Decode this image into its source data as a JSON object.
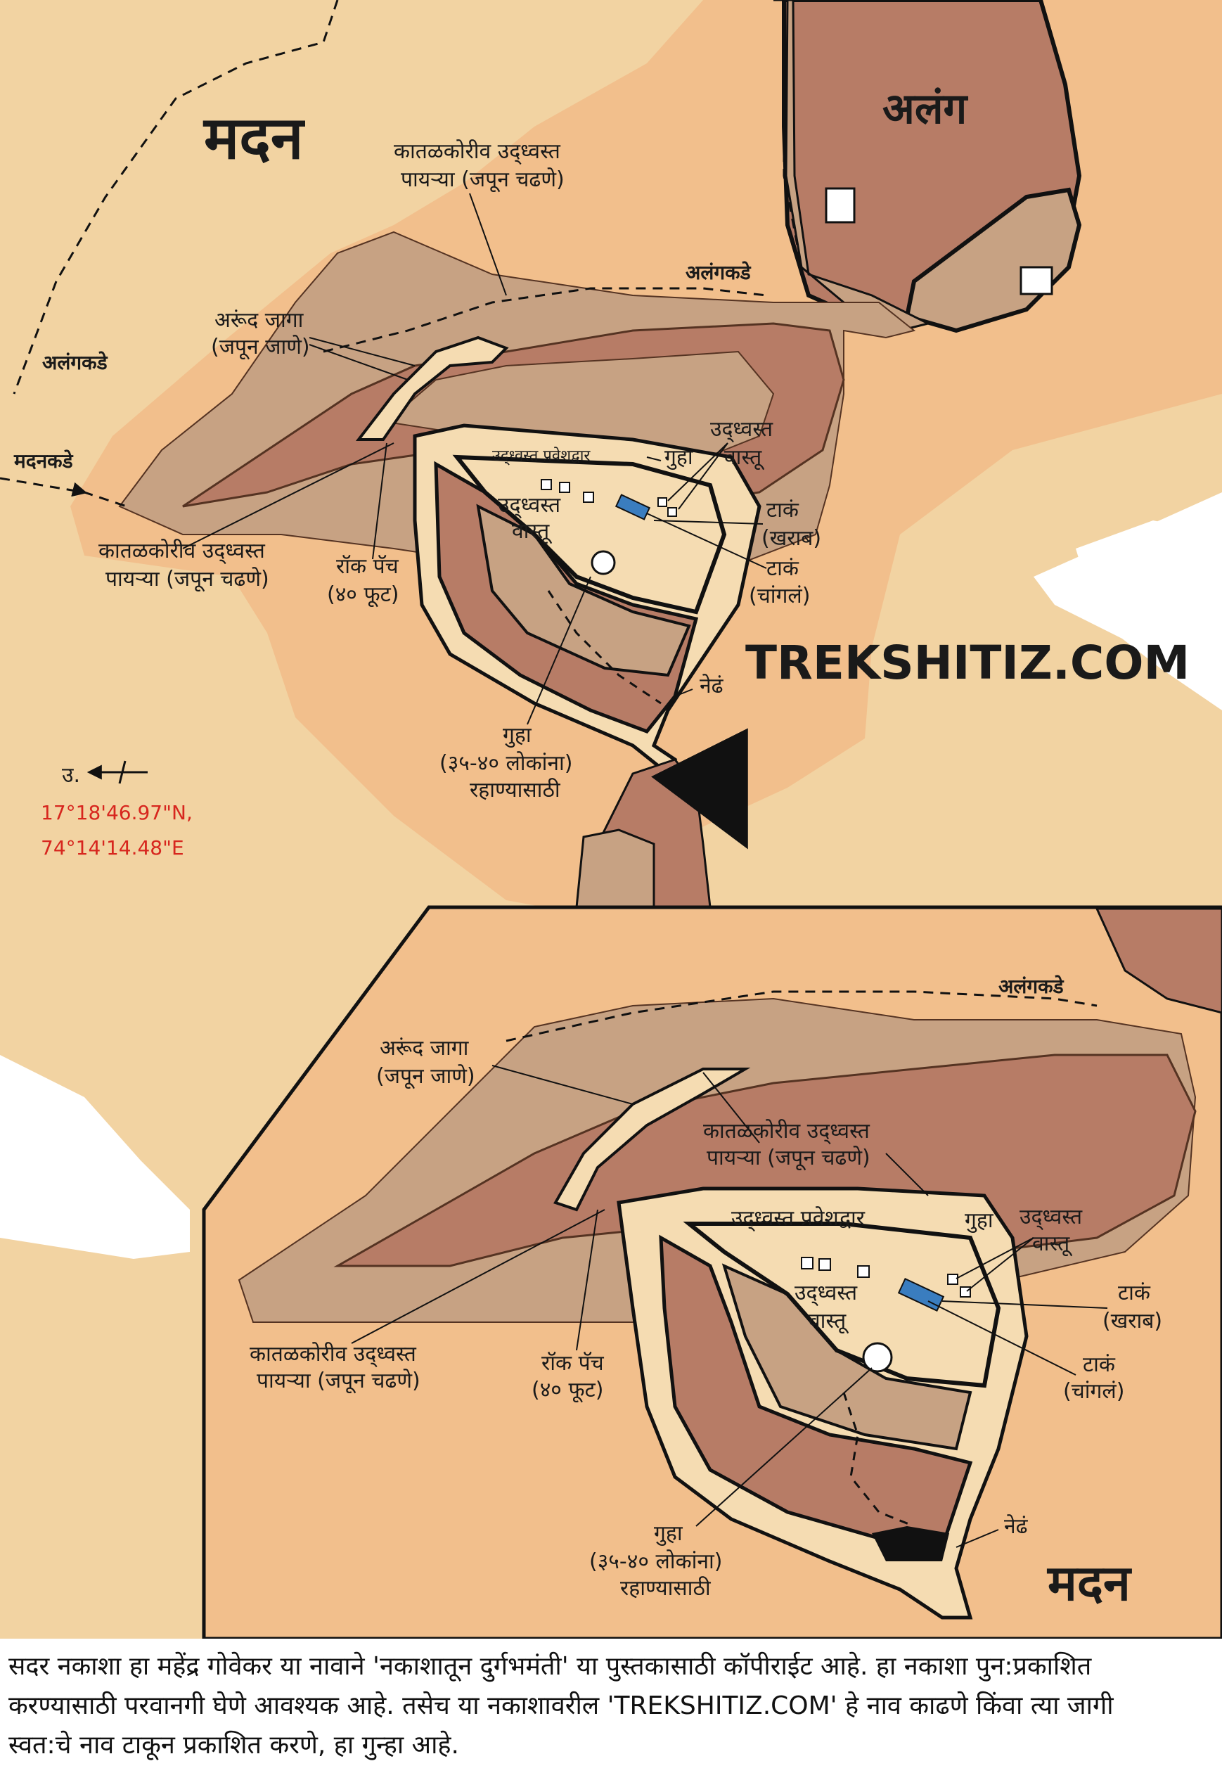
{
  "map": {
    "title_region_left": "मदन",
    "title_region_right": "अलंग",
    "title_bottom": "मदन",
    "watermark": "TREKSHITIZ.COM",
    "north_label": "उ.",
    "coordinates": [
      "17°18'46.97\"N,",
      "74°14'14.48\"E"
    ],
    "route_alang": "अलंगकडे",
    "route_alang_2": "अलंगकडे",
    "route_madan": "मदनकडे",
    "route_alang_inset": "अलंगकडे",
    "colors": {
      "background_light": "#f2d3a2",
      "background_orange": "#f2bf8c",
      "rock_brown": "#b77c66",
      "rock_tan": "#c7a283",
      "plateau": "#f5dcb2",
      "water": "#3a7dbf",
      "watermark": "#231f20",
      "coordinates": "#d7261e"
    },
    "top_labels": {
      "steps_top": [
        "कातळकोरीव उद्ध्वस्त",
        "पायऱ्या (जपून चढणे)"
      ],
      "narrow": [
        "अरूंद जागा",
        "(जपून जाणे)"
      ],
      "gate": "उद्ध्वस्त प्रवेशद्वार",
      "cave_small": "गुहा",
      "ruins_right": [
        "उद्ध्वस्त",
        "वास्तू"
      ],
      "ruins_center": [
        "उद्ध्वस्त",
        "वास्तू"
      ],
      "tank_bad": [
        "टाकं",
        "(खराब)"
      ],
      "tank_good": [
        "टाकं",
        "(चांगलं)"
      ],
      "steps_left": [
        "कातळकोरीव उद्ध्वस्त",
        "पायऱ्या (जपून चढणे)"
      ],
      "rock_patch": [
        "रॉक पॅच",
        "(४० फूट)"
      ],
      "nedh": "नेढं",
      "cave_big": [
        "गुहा",
        "(३५-४० लोकांना)",
        "रहाण्यासाठी"
      ]
    },
    "inset_labels": {
      "narrow": [
        "अरूंद जागा",
        "(जपून जाणे)"
      ],
      "steps_top": [
        "कातळकोरीव उद्ध्वस्त",
        "पायऱ्या (जपून चढणे)"
      ],
      "gate": "उद्ध्वस्त प्रवेशद्वार",
      "cave_small": "गुहा",
      "ruins_right": [
        "उद्ध्वस्त",
        "वास्तू"
      ],
      "ruins_center": [
        "उद्ध्वस्त",
        "वास्तू"
      ],
      "tank_bad": [
        "टाकं",
        "(खराब)"
      ],
      "tank_good": [
        "टाकं",
        "(चांगलं)"
      ],
      "steps_left": [
        "कातळकोरीव उद्ध्वस्त",
        "पायऱ्या (जपून चढणे)"
      ],
      "rock_patch": [
        "रॉक पॅच",
        "(४० फूट)"
      ],
      "nedh": "नेढं",
      "cave_big": [
        "गुहा",
        "(३५-४० लोकांना)",
        "रहाण्यासाठी"
      ]
    }
  },
  "footer": {
    "lines": [
      "सदर नकाशा हा महेंद्र गोवेकर या नावाने 'नकाशातून दुर्गभमंती' या पुस्तकासाठी कॉपीराईट आहे. हा नकाशा पुन:प्रकाशित",
      "करण्यासाठी परवानगी घेणे आवश्यक आहे. तसेच या नकाशावरील 'TREKSHITIZ.COM' हे नाव काढणे किंवा त्या जागी",
      "स्वत:चे नाव टाकून प्रकाशित करणे, हा गुन्हा आहे."
    ]
  }
}
